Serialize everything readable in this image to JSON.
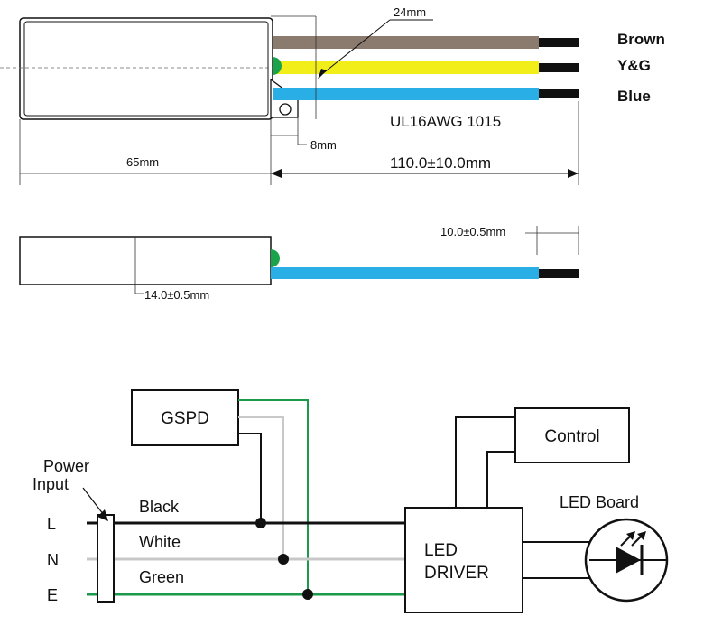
{
  "top_view": {
    "wire_labels": [
      "Brown",
      "Y&G",
      "Blue"
    ],
    "dim_24": "24mm",
    "dim_8": "8mm",
    "dim_65": "65mm",
    "dim_110": "110.0±10.0mm",
    "cable_spec": "UL16AWG 1015"
  },
  "side_view": {
    "dim_strip": "10.0±0.5mm",
    "dim_height": "14.0±0.5mm"
  },
  "wiring": {
    "gspd_label": "GSPD",
    "power_input_line1": "Power",
    "power_input_line2": "Input",
    "terminal_L": "L",
    "terminal_N": "N",
    "terminal_E": "E",
    "wire_black": "Black",
    "wire_white": "White",
    "wire_green": "Green",
    "control_label": "Control",
    "led_driver_line1": "LED",
    "led_driver_line2": "DRIVER",
    "led_board_label": "LED Board"
  },
  "colors": {
    "brown": "#8b7a6e",
    "yellow": "#f2ee1a",
    "blue": "#29aee6",
    "green_wire": "#1a9a4a",
    "green_dot": "#1aa34a",
    "white_wire": "#c8c8c8",
    "black": "#111111"
  }
}
